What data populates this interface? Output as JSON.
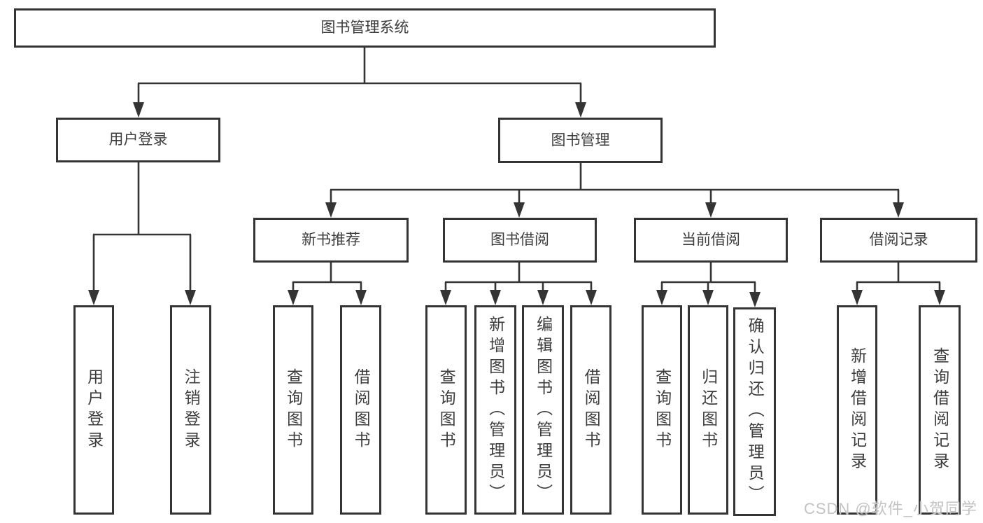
{
  "tree": {
    "label": "图书管理系统",
    "children": [
      {
        "label": "用户登录",
        "children": [
          {
            "label": "用户登录"
          },
          {
            "label": "注销登录"
          }
        ]
      },
      {
        "label": "图书管理",
        "children": [
          {
            "label": "新书推荐",
            "children": [
              {
                "label": "查询图书"
              },
              {
                "label": "借阅图书"
              }
            ]
          },
          {
            "label": "图书借阅",
            "children": [
              {
                "label": "查询图书"
              },
              {
                "label": "新增图书（管理员）"
              },
              {
                "label": "编辑图书（管理员）"
              },
              {
                "label": "借阅图书"
              }
            ]
          },
          {
            "label": "当前借阅",
            "children": [
              {
                "label": "查询图书"
              },
              {
                "label": "归还图书"
              },
              {
                "label": "确认归还（管理员）"
              }
            ]
          },
          {
            "label": "借阅记录",
            "children": [
              {
                "label": "新增借阅记录"
              },
              {
                "label": "查询借阅记录"
              }
            ]
          }
        ]
      }
    ]
  },
  "watermark": {
    "text": "CSDN @软件_小贺同学"
  },
  "colors": {
    "line": "#343434",
    "text": "#3d3d3d",
    "box_bg": "#ffffff",
    "page_bg": "#ffffff",
    "wm": "#c3c3c3"
  }
}
